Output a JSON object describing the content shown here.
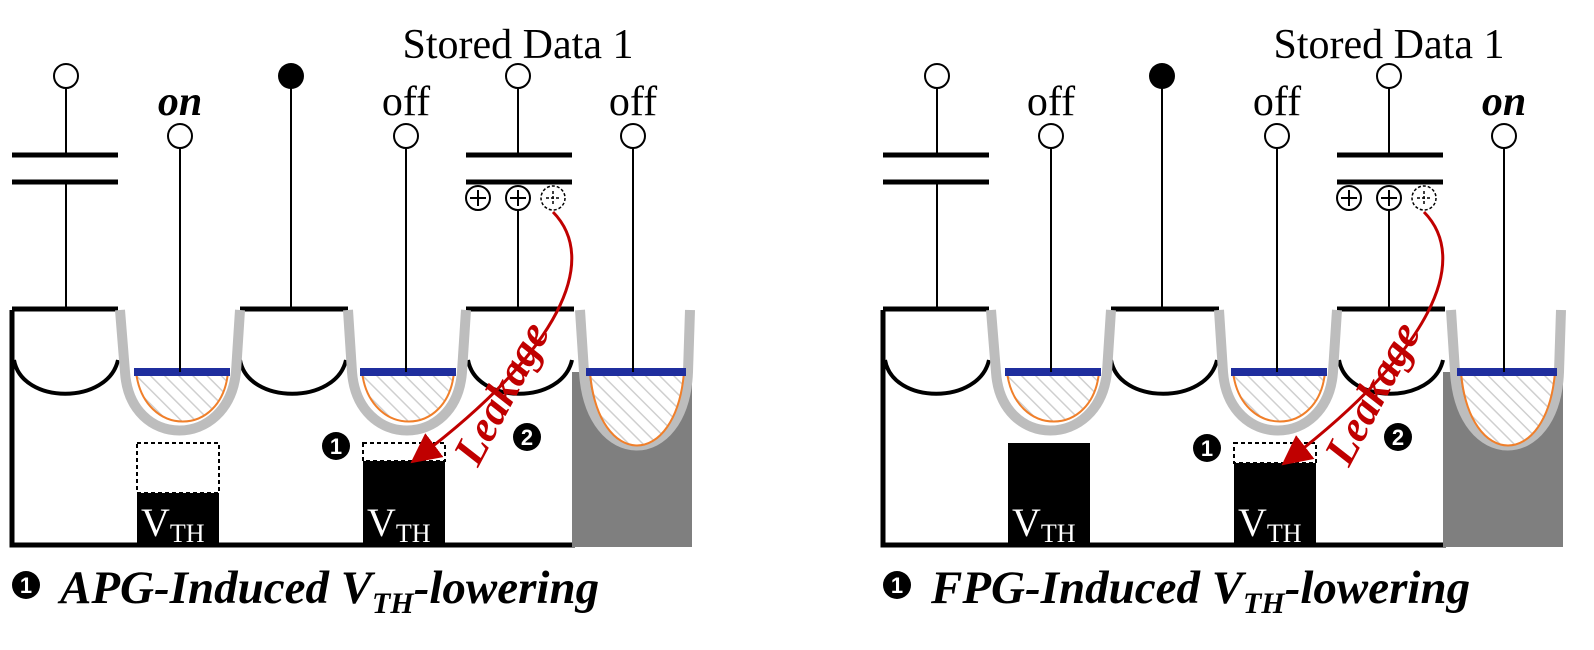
{
  "panels": [
    {
      "stored_label": "Stored Data 1",
      "gate_states": [
        "on",
        "off",
        "off"
      ],
      "vth_label": "V",
      "vth_sub": "TH",
      "leakage_label": "Leakage",
      "badge_1": "1",
      "badge_2": "2",
      "caption_badge": "1",
      "caption_prefix": "APG-Induced V",
      "caption_sub": "TH",
      "caption_suffix": "-lowering"
    },
    {
      "stored_label": "Stored Data 1",
      "gate_states": [
        "off",
        "off",
        "on"
      ],
      "vth_label": "V",
      "vth_sub": "TH",
      "leakage_label": "Leakage",
      "badge_1": "1",
      "badge_2": "2",
      "caption_badge": "1",
      "caption_prefix": "FPG-Induced V",
      "caption_sub": "TH",
      "caption_suffix": "-lowering"
    }
  ],
  "colors": {
    "channel_blue": "#1f2e9e",
    "leakage_red": "#c00000",
    "gray_liner": "#bdbdbd",
    "dark_gray_fill": "#7f7f7f",
    "orange_outline": "#f07f2a"
  }
}
